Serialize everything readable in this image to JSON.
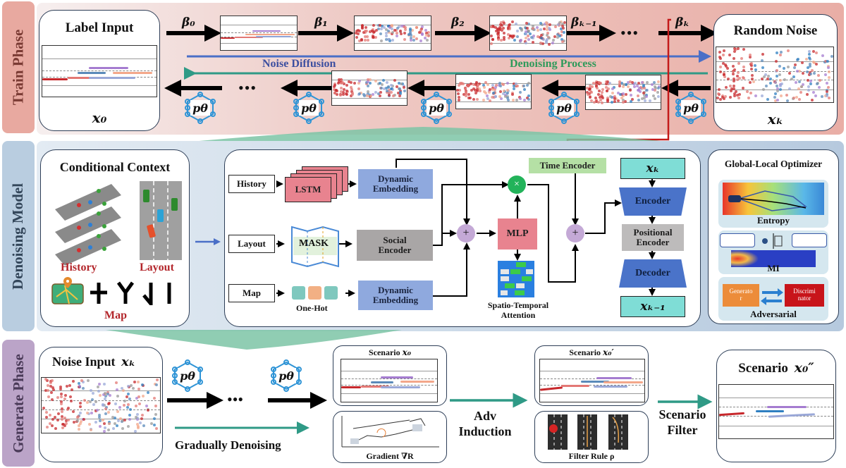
{
  "phases": {
    "train": "Train Phase",
    "model": "Denoising  Model",
    "generate": "Generate Phase"
  },
  "train": {
    "label_input_title": "Label Input",
    "label_input_var": "x₀",
    "random_noise_title": "Random Noise",
    "random_noise_var": "xₖ",
    "betas": [
      "β₀",
      "β₁",
      "β₂",
      "βₖ₋₁",
      "βₖ"
    ],
    "noise_diffusion": "Noise Diffusion",
    "denoising_process": "Denoising Process",
    "p_theta": "pθ",
    "ellipsis": "•••",
    "colors": {
      "noise_diffusion": "#4a6fc7",
      "denoising_process": "#2f9a86",
      "red_link": "#c41a1a"
    }
  },
  "model": {
    "context": {
      "title": "Conditional Context",
      "history": "History",
      "layout": "Layout",
      "map": "Map"
    },
    "network": {
      "inputs": [
        "History",
        "Layout",
        "Map"
      ],
      "lstm": "LSTM",
      "mask": "MASK",
      "one_hot": "One-Hot",
      "dynamic_embedding": "Dynamic Embedding",
      "social_encoder": "Social Encoder",
      "time_encoder": "Time Encoder",
      "mlp": "MLP",
      "attention": "Spatio-Temporal Attention",
      "multiply": "×",
      "plus": "+",
      "xk": "xₖ",
      "encoder": "Encoder",
      "positional_encoder": "Positional Encoder",
      "decoder": "Decoder",
      "xk1": "xₖ₋₁"
    },
    "optimizer": {
      "title": "Global-Local Optimizer",
      "entropy": "Entropy",
      "mi": "MI",
      "adversarial": "Adversarial",
      "generator": "Generato r",
      "discriminator": "Discrimi nator"
    }
  },
  "generate": {
    "noise_input": "Noise Input",
    "noise_input_var": "xₖ",
    "p_theta": "pθ",
    "ellipsis": "•••",
    "gradually_denoising": "Gradually Denoising",
    "scenario_x0": "Scenario",
    "scenario_x0_var": "x₀",
    "gradient": "Gradient ∇R",
    "adv_induction_1": "Adv",
    "adv_induction_2": "Induction",
    "scenario_x0p": "Scenario",
    "scenario_x0p_var": "x₀′",
    "filter_rule": "Filter Rule ρ",
    "scenario_filter_1": "Scenario",
    "scenario_filter_2": "Filter",
    "final_scenario": "Scenario",
    "final_scenario_var": "x₀″"
  }
}
